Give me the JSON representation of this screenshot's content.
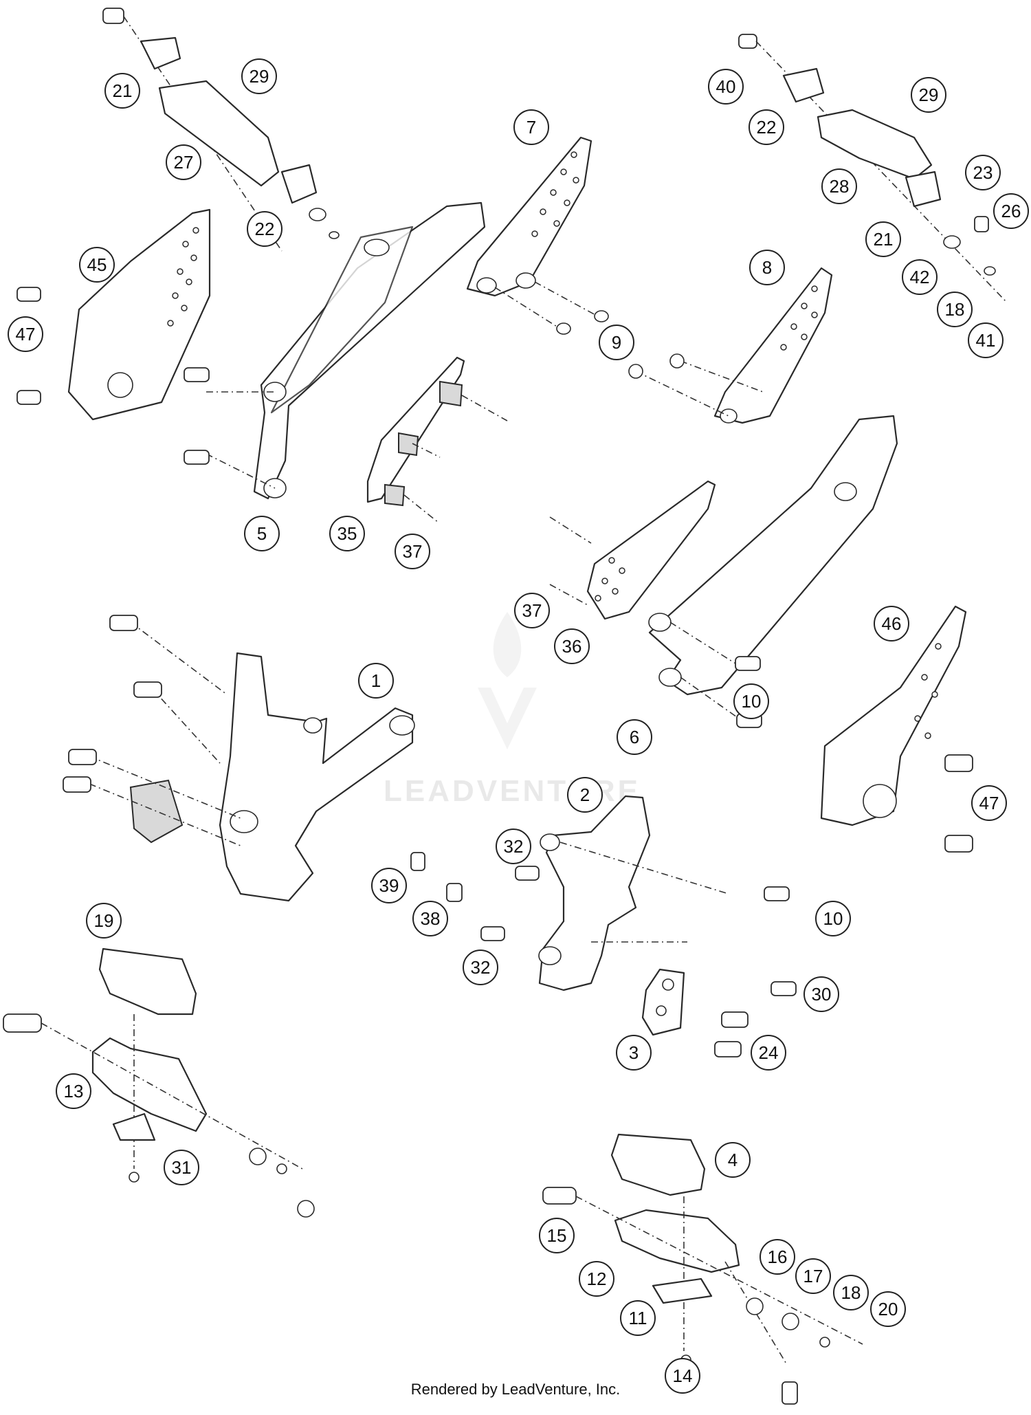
{
  "footer": {
    "credit": "Rendered by LeadVenture, Inc."
  },
  "watermark": {
    "text": "LEADVENTURE",
    "icon": "flame-v-logo-icon"
  },
  "callouts": [
    "21",
    "29",
    "27",
    "22",
    "7",
    "40",
    "22",
    "29",
    "28",
    "23",
    "26",
    "21",
    "42",
    "18",
    "41",
    "45",
    "47",
    "8",
    "9",
    "5",
    "35",
    "37",
    "37",
    "36",
    "10",
    "6",
    "1",
    "46",
    "47",
    "2",
    "32",
    "39",
    "38",
    "32",
    "10",
    "30",
    "19",
    "3",
    "24",
    "13",
    "31",
    "4",
    "15",
    "12",
    "16",
    "17",
    "18",
    "20",
    "11",
    "14"
  ]
}
